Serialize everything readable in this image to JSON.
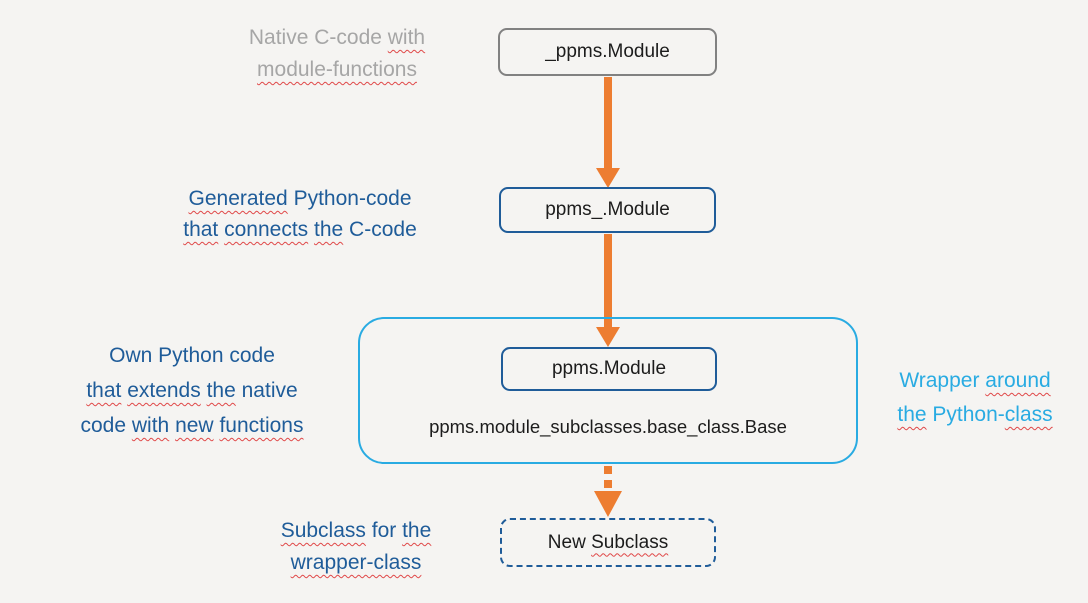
{
  "colors": {
    "background": "#f5f4f2",
    "orange_arrow": "#ED7D31",
    "cyan_accent": "#29ABE2",
    "dark_blue": "#1F5C99",
    "gray_text": "#A6A6A6",
    "gray_border": "#818181",
    "text_black": "#1c1c1c",
    "squiggle_red": "#E04848"
  },
  "boxes": {
    "native": {
      "text": "_ppms.Module"
    },
    "generated": {
      "text": "ppms_.Module"
    },
    "wrapped": {
      "text": "ppms.Module"
    },
    "base_class": {
      "text": "ppms.module_subclasses.base_class.Base"
    },
    "subclass": {
      "segments": [
        {
          "text": "New ",
          "misspelled": false
        },
        {
          "text": "Subclass",
          "misspelled": true
        }
      ]
    }
  },
  "labels": {
    "native": {
      "lines": [
        [
          {
            "text": "Native C-code ",
            "misspelled": false
          },
          {
            "text": "with",
            "misspelled": true
          }
        ],
        [
          {
            "text": "module-functions",
            "misspelled": true
          }
        ]
      ]
    },
    "generated": {
      "lines": [
        [
          {
            "text": "Generated",
            "misspelled": true
          },
          {
            "text": " Python-code",
            "misspelled": false
          }
        ],
        [
          {
            "text": "that",
            "misspelled": true
          },
          {
            "text": " ",
            "misspelled": false
          },
          {
            "text": "connects",
            "misspelled": true
          },
          {
            "text": " ",
            "misspelled": false
          },
          {
            "text": "the",
            "misspelled": true
          },
          {
            "text": " C-code",
            "misspelled": false
          }
        ]
      ]
    },
    "own": {
      "lines": [
        [
          {
            "text": "Own Python code",
            "misspelled": false
          }
        ],
        [
          {
            "text": "that",
            "misspelled": true
          },
          {
            "text": " ",
            "misspelled": false
          },
          {
            "text": "extends",
            "misspelled": true
          },
          {
            "text": " ",
            "misspelled": false
          },
          {
            "text": "the",
            "misspelled": true
          },
          {
            "text": " native",
            "misspelled": false
          }
        ],
        [
          {
            "text": "code ",
            "misspelled": false
          },
          {
            "text": "with",
            "misspelled": true
          },
          {
            "text": " ",
            "misspelled": false
          },
          {
            "text": "new",
            "misspelled": true
          },
          {
            "text": " ",
            "misspelled": false
          },
          {
            "text": "functions",
            "misspelled": true
          }
        ]
      ]
    },
    "wrapper": {
      "lines": [
        [
          {
            "text": "Wrapper ",
            "misspelled": false
          },
          {
            "text": "around",
            "misspelled": true
          }
        ],
        [
          {
            "text": "the",
            "misspelled": true
          },
          {
            "text": " Python-",
            "misspelled": false
          },
          {
            "text": "class",
            "misspelled": true
          }
        ]
      ]
    },
    "subclass": {
      "lines": [
        [
          {
            "text": "Subclass",
            "misspelled": true
          },
          {
            "text": " for ",
            "misspelled": false
          },
          {
            "text": "the",
            "misspelled": true
          }
        ],
        [
          {
            "text": "wrapper-class",
            "misspelled": true
          }
        ]
      ]
    }
  }
}
